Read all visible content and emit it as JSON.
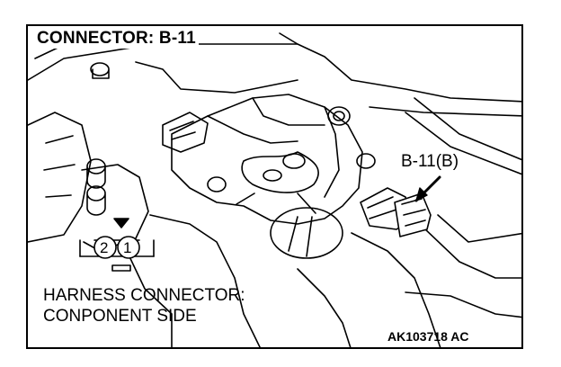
{
  "title": "CONNECTOR: B-11",
  "callout_label": "B-11(B)",
  "pins": [
    "2",
    "1"
  ],
  "harness_label": {
    "line1": "HARNESS CONNECTOR:",
    "line2": "CONPONENT SIDE"
  },
  "figure_code": "AK103718 AC"
}
